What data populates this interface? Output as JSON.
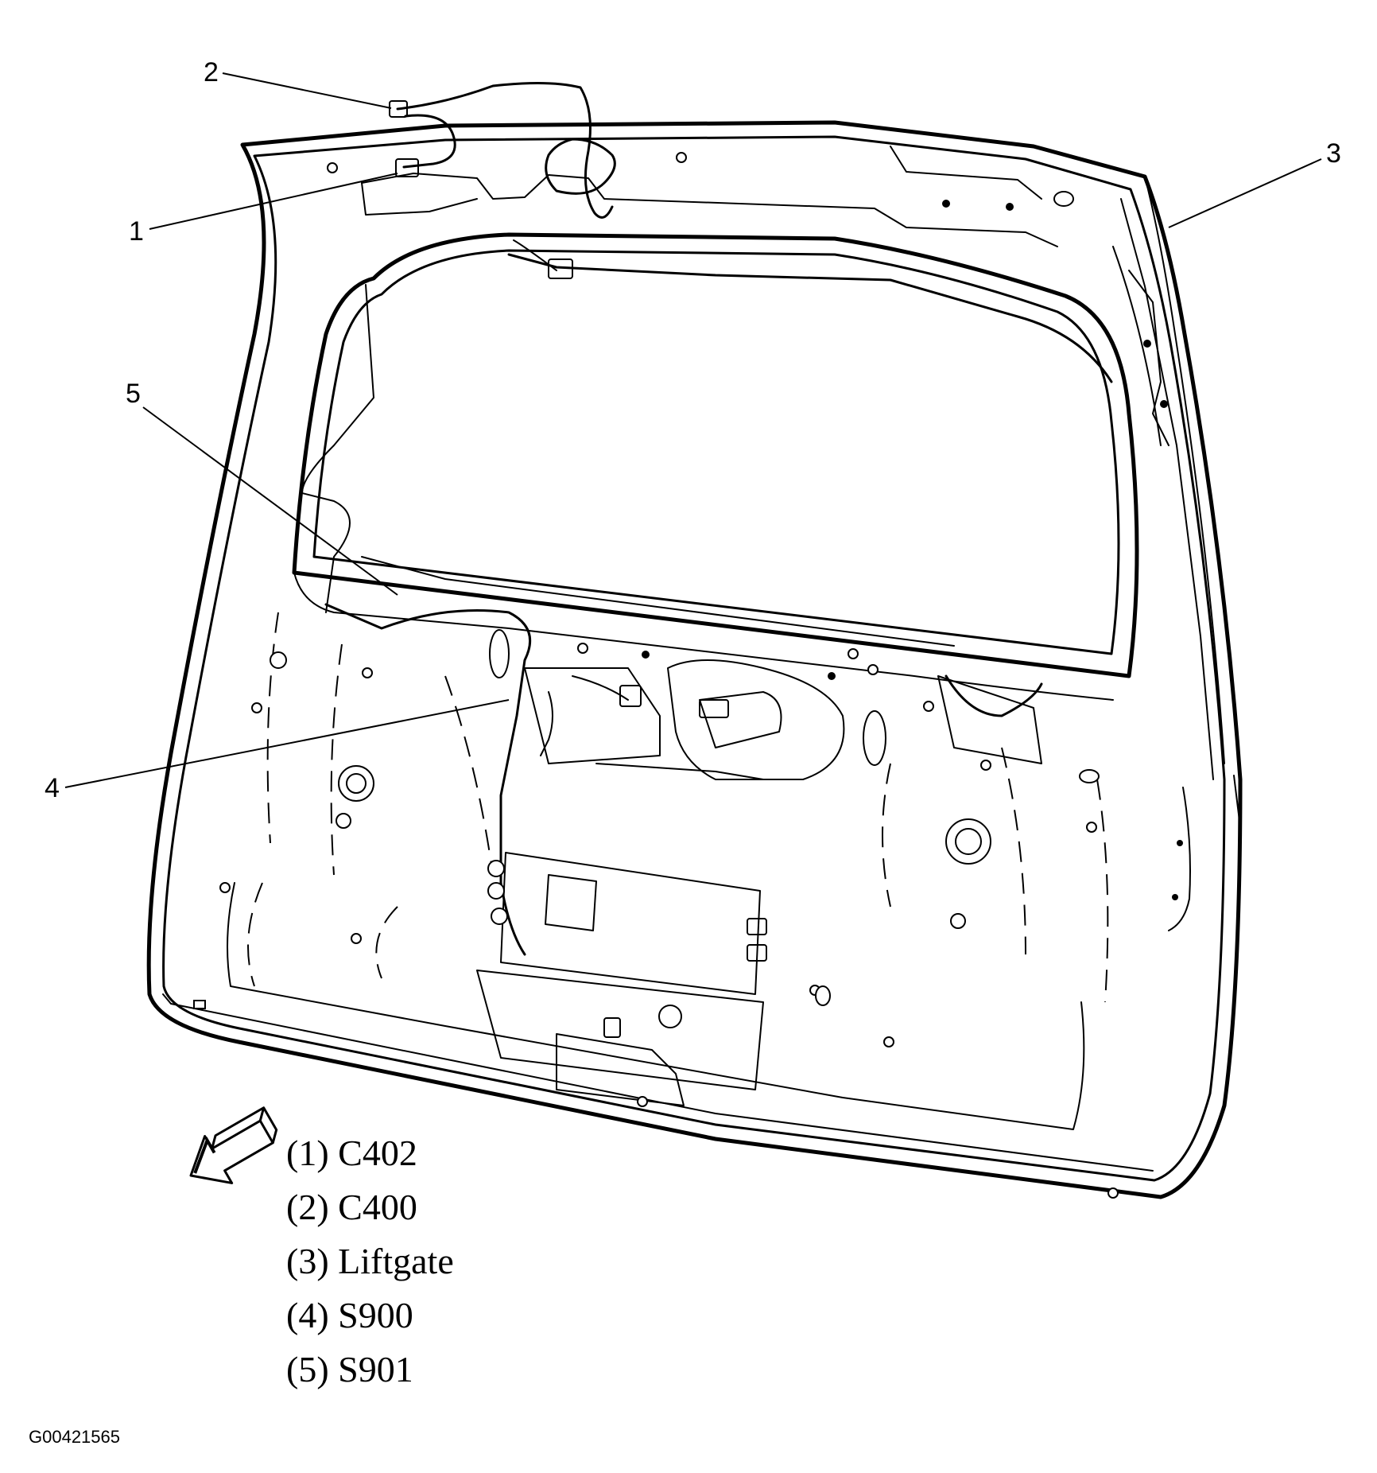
{
  "callouts": [
    {
      "num": "1"
    },
    {
      "num": "2"
    },
    {
      "num": "3"
    },
    {
      "num": "4"
    },
    {
      "num": "5"
    }
  ],
  "legend": [
    {
      "key": "(1)",
      "label": "C402"
    },
    {
      "key": "(2)",
      "label": "C400"
    },
    {
      "key": "(3)",
      "label": "Liftgate"
    },
    {
      "key": "(4)",
      "label": "S900"
    },
    {
      "key": "(5)",
      "label": "S901"
    }
  ],
  "figure_id": "G00421565",
  "direction_arrow": "front-of-vehicle-arrow-icon"
}
